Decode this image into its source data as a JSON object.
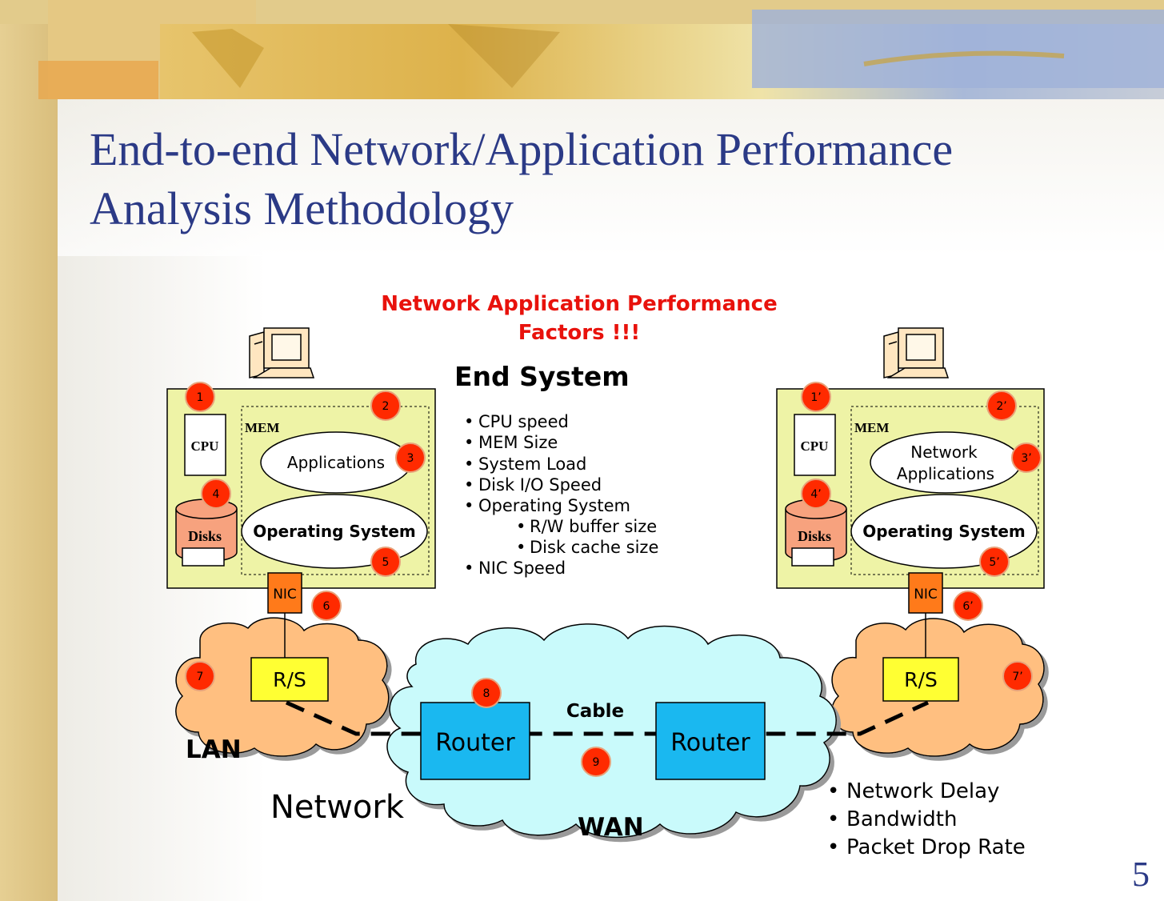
{
  "slide": {
    "title_line1": "End-to-end Network/Application Performance",
    "title_line2": "Analysis Methodology",
    "page_number": "5"
  },
  "diagram": {
    "heading_line1": "Network Application Performance",
    "heading_line2": "Factors !!!",
    "end_system_title": "End System",
    "end_system_factors": [
      "CPU speed",
      "MEM Size",
      "System Load",
      "Disk I/O Speed",
      "Operating System"
    ],
    "os_subfactors": [
      "R/W buffer size",
      "Disk cache size"
    ],
    "nic_factor": "NIC Speed",
    "left_host": {
      "cpu": "CPU",
      "mem": "MEM",
      "apps": "Applications",
      "os": "Operating System",
      "disks": "Disks",
      "nic": "NIC",
      "switch": "R/S",
      "markers": [
        "1",
        "2",
        "3",
        "4",
        "5",
        "6",
        "7"
      ]
    },
    "right_host": {
      "cpu": "CPU",
      "mem": "MEM",
      "apps_line1": "Network",
      "apps_line2": "Applications",
      "os": "Operating System",
      "disks": "Disks",
      "nic": "NIC",
      "switch": "R/S",
      "markers": [
        "1’",
        "2’",
        "3’",
        "4’",
        "5’",
        "6’",
        "7’"
      ]
    },
    "lan_label": "LAN",
    "wan_label": "WAN",
    "network_label": "Network",
    "cable_label": "Cable",
    "router_left": "Router",
    "router_right": "Router",
    "router_marker": "8",
    "cable_marker": "9",
    "network_factors": [
      "Network Delay",
      "Bandwidth",
      "Packet Drop Rate"
    ],
    "colors": {
      "title": "#2B3A86",
      "heading": "#E8120C",
      "marker": "#FF2A00",
      "host_panel": "#EEF3A6",
      "cloud_lan": "#FFBF80",
      "cloud_wan": "#C9FAFB",
      "router": "#1AB8F0",
      "switch": "#FFFF33",
      "nic": "#FF7A1A",
      "disk": "#F7A27E"
    }
  }
}
